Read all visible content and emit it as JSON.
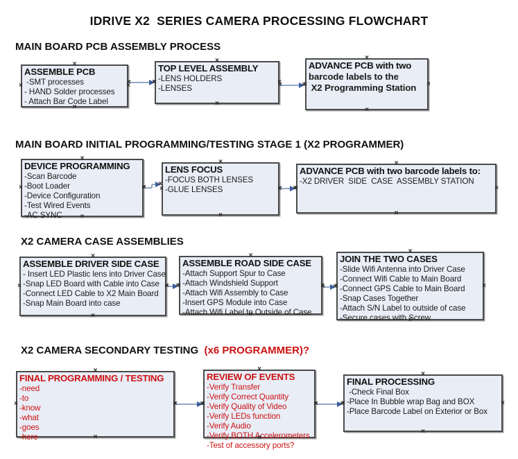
{
  "title": "IDRIVE X2  SERIES CAMERA PROCESSING FLOWCHART",
  "colors": {
    "red_text": "#cc1111",
    "box_fill": "#e9edf6",
    "box_border": "#4a4a4a",
    "arrow_line": "#93a9c6",
    "arrow_head": "#3a5c9e"
  },
  "sections": [
    {
      "heading": "MAIN BOARD PCB ASSEMBLY PROCESS",
      "boxes": [
        {
          "title": "ASSEMBLE PCB",
          "lines": [
            " -SMT processes",
            "- HAND Solder processes",
            "- Attach Bar Code Label"
          ]
        },
        {
          "title": "TOP LEVEL ASSEMBLY",
          "lines": [
            "-LENS HOLDERS",
            "-LENSES"
          ]
        },
        {
          "title": "ADVANCE PCB with two",
          "lines": [
            "barcode labels to the",
            " X2 Programming Station"
          ],
          "all_bold": true
        }
      ]
    },
    {
      "heading": "MAIN BOARD INITIAL PROGRAMMING/TESTING STAGE 1 (X2 PROGRAMMER)",
      "boxes": [
        {
          "title": "DEVICE PROGRAMMING",
          "lines": [
            "-Scan Barcode",
            "-Boot Loader",
            "-Device Configuration",
            "-Test Wired Events",
            "-AC SYNC"
          ]
        },
        {
          "title": "LENS FOCUS",
          "lines": [
            "-FOCUS BOTH LENSES",
            "-GLUE LENSES"
          ]
        },
        {
          "title": "ADVANCE PCB with two barcode labels to:",
          "lines": [
            "-X2 DRIVER  SIDE  CASE  ASSEMBLY STATION"
          ]
        }
      ]
    },
    {
      "heading": "X2 CAMERA CASE ASSEMBLIES",
      "boxes": [
        {
          "title": "ASSEMBLE DRIVER SIDE CASE",
          "lines": [
            "- Insert LED Plastic lens into Driver Case",
            "-Snap LED Board with Cable into Case",
            "-Connect LED Cable to X2 Main Board",
            "-Snap Main Board into case"
          ]
        },
        {
          "title": "ASSEMBLE ROAD SIDE CASE",
          "lines": [
            "-Attach Support Spur to Case",
            "-Attach Windshield Support",
            "-Attach Wifi Assembly to Case",
            "-Insert GPS Module into Case",
            "-Attach Wifi Label to Outside of Case"
          ]
        },
        {
          "title": "JOIN THE TWO CASES",
          "lines": [
            "-Slide Wifi Antenna into Driver Case",
            "-Connect Wifi Cable to Main Board",
            "-Connect GPS Cable to Main Board",
            "-Snap Cases Together",
            "-Attach S/N Label to outside of case",
            "-Secure cases with Screw"
          ]
        }
      ]
    },
    {
      "heading": "X2 CAMERA SECONDARY TESTING ",
      "heading_suffix": " (x6 PROGRAMMER)?",
      "boxes": [
        {
          "title": "FINAL PROGRAMMING / TESTING",
          "lines": [
            "-need",
            "-to",
            "-know",
            "-what",
            "-goes",
            "-here"
          ],
          "red": true
        },
        {
          "title": "REVIEW OF EVENTS",
          "lines": [
            "-Verify Transfer",
            "-Verify Correct Quantity",
            "-Verify Quality of Video",
            "-Verify LEDs function",
            "-Verify Audio",
            "-Verify BOTH Accelerometers",
            "-Test of accessory ports?"
          ],
          "red": true
        },
        {
          "title": "FINAL PROCESSING",
          "lines": [
            " -Check Final Box",
            "-Place In Bubble wrap Bag and BOX",
            "-Place Barcode Label on Exterior or Box"
          ]
        }
      ]
    }
  ]
}
